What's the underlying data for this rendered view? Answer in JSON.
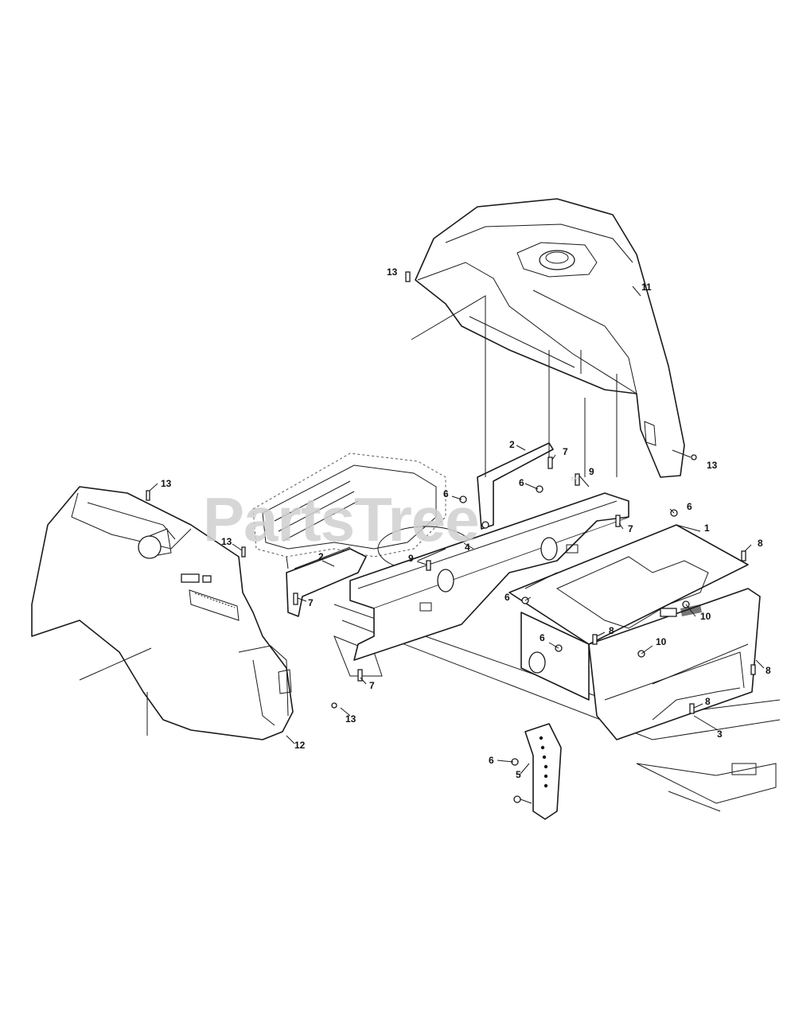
{
  "watermark": {
    "text": "PartsTree",
    "trademark": "™"
  },
  "callouts": {
    "c1": "1",
    "c2a": "2",
    "c2b": "2",
    "c3": "3",
    "c4": "4",
    "c5": "5",
    "c6a": "6",
    "c6b": "6",
    "c6c": "6",
    "c6d": "6",
    "c6e": "6",
    "c6f": "6",
    "c7a": "7",
    "c7b": "7",
    "c7c": "7",
    "c7d": "7",
    "c8a": "8",
    "c8b": "8",
    "c8c": "8",
    "c8d": "8",
    "c9a": "9",
    "c9b": "9",
    "c10a": "10",
    "c10b": "10",
    "c11": "11",
    "c12": "12",
    "c13a": "13",
    "c13b": "13",
    "c13c": "13",
    "c13d": "13",
    "c13e": "13"
  }
}
